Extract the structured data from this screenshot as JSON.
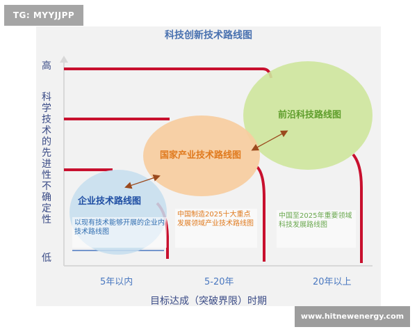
{
  "tag": "TG: MYYJJPP",
  "title": "科技创新技术路线图",
  "y_axis": {
    "high": "高",
    "label": "科学技术的先进性不确定性",
    "low": "低"
  },
  "circles": {
    "enterprise": {
      "label": "企业技术路线图",
      "description": "以现有技术能够开展的企业内技术路线图"
    },
    "national": {
      "label": "国家产业技术路线图",
      "description": "中国制造2025十大重点发展领域产业技术路线图"
    },
    "frontier": {
      "label": "前沿科技路线图",
      "description": "中国至2025年重要领域科技发展路线图"
    }
  },
  "x_axis": {
    "ticks": [
      "5年以内",
      "5-20年",
      "20年以上"
    ],
    "label": "目标达成（突破界限）时期"
  },
  "watermark": "www.hitnewenergy.com",
  "colors": {
    "axis": "#3a4b86",
    "boundary": "#c8102e",
    "enterprise": "#c5deee",
    "national": "#f7cda0",
    "frontier": "#cee59c",
    "arrow": "#9b4a1e"
  }
}
